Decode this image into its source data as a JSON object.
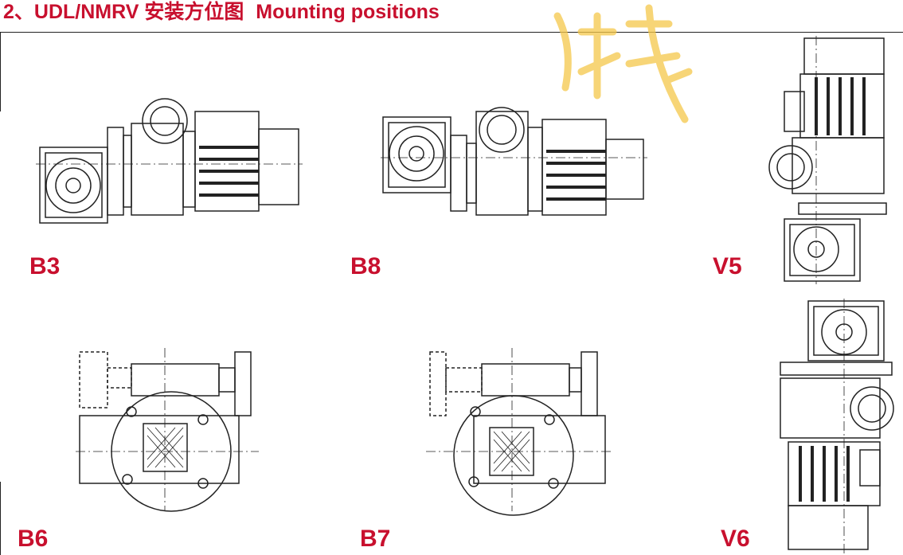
{
  "header": {
    "title_prefix": "2、UDL/NMRV 安装方位图",
    "title_en": "Mounting positions"
  },
  "positions": [
    {
      "label": "B3"
    },
    {
      "label": "B8"
    },
    {
      "label": "V5"
    },
    {
      "label": "B6"
    },
    {
      "label": "B7"
    },
    {
      "label": "V6"
    }
  ],
  "colors": {
    "accent": "#c8102e",
    "line": "#222222",
    "watermark": "#f5c84a"
  }
}
